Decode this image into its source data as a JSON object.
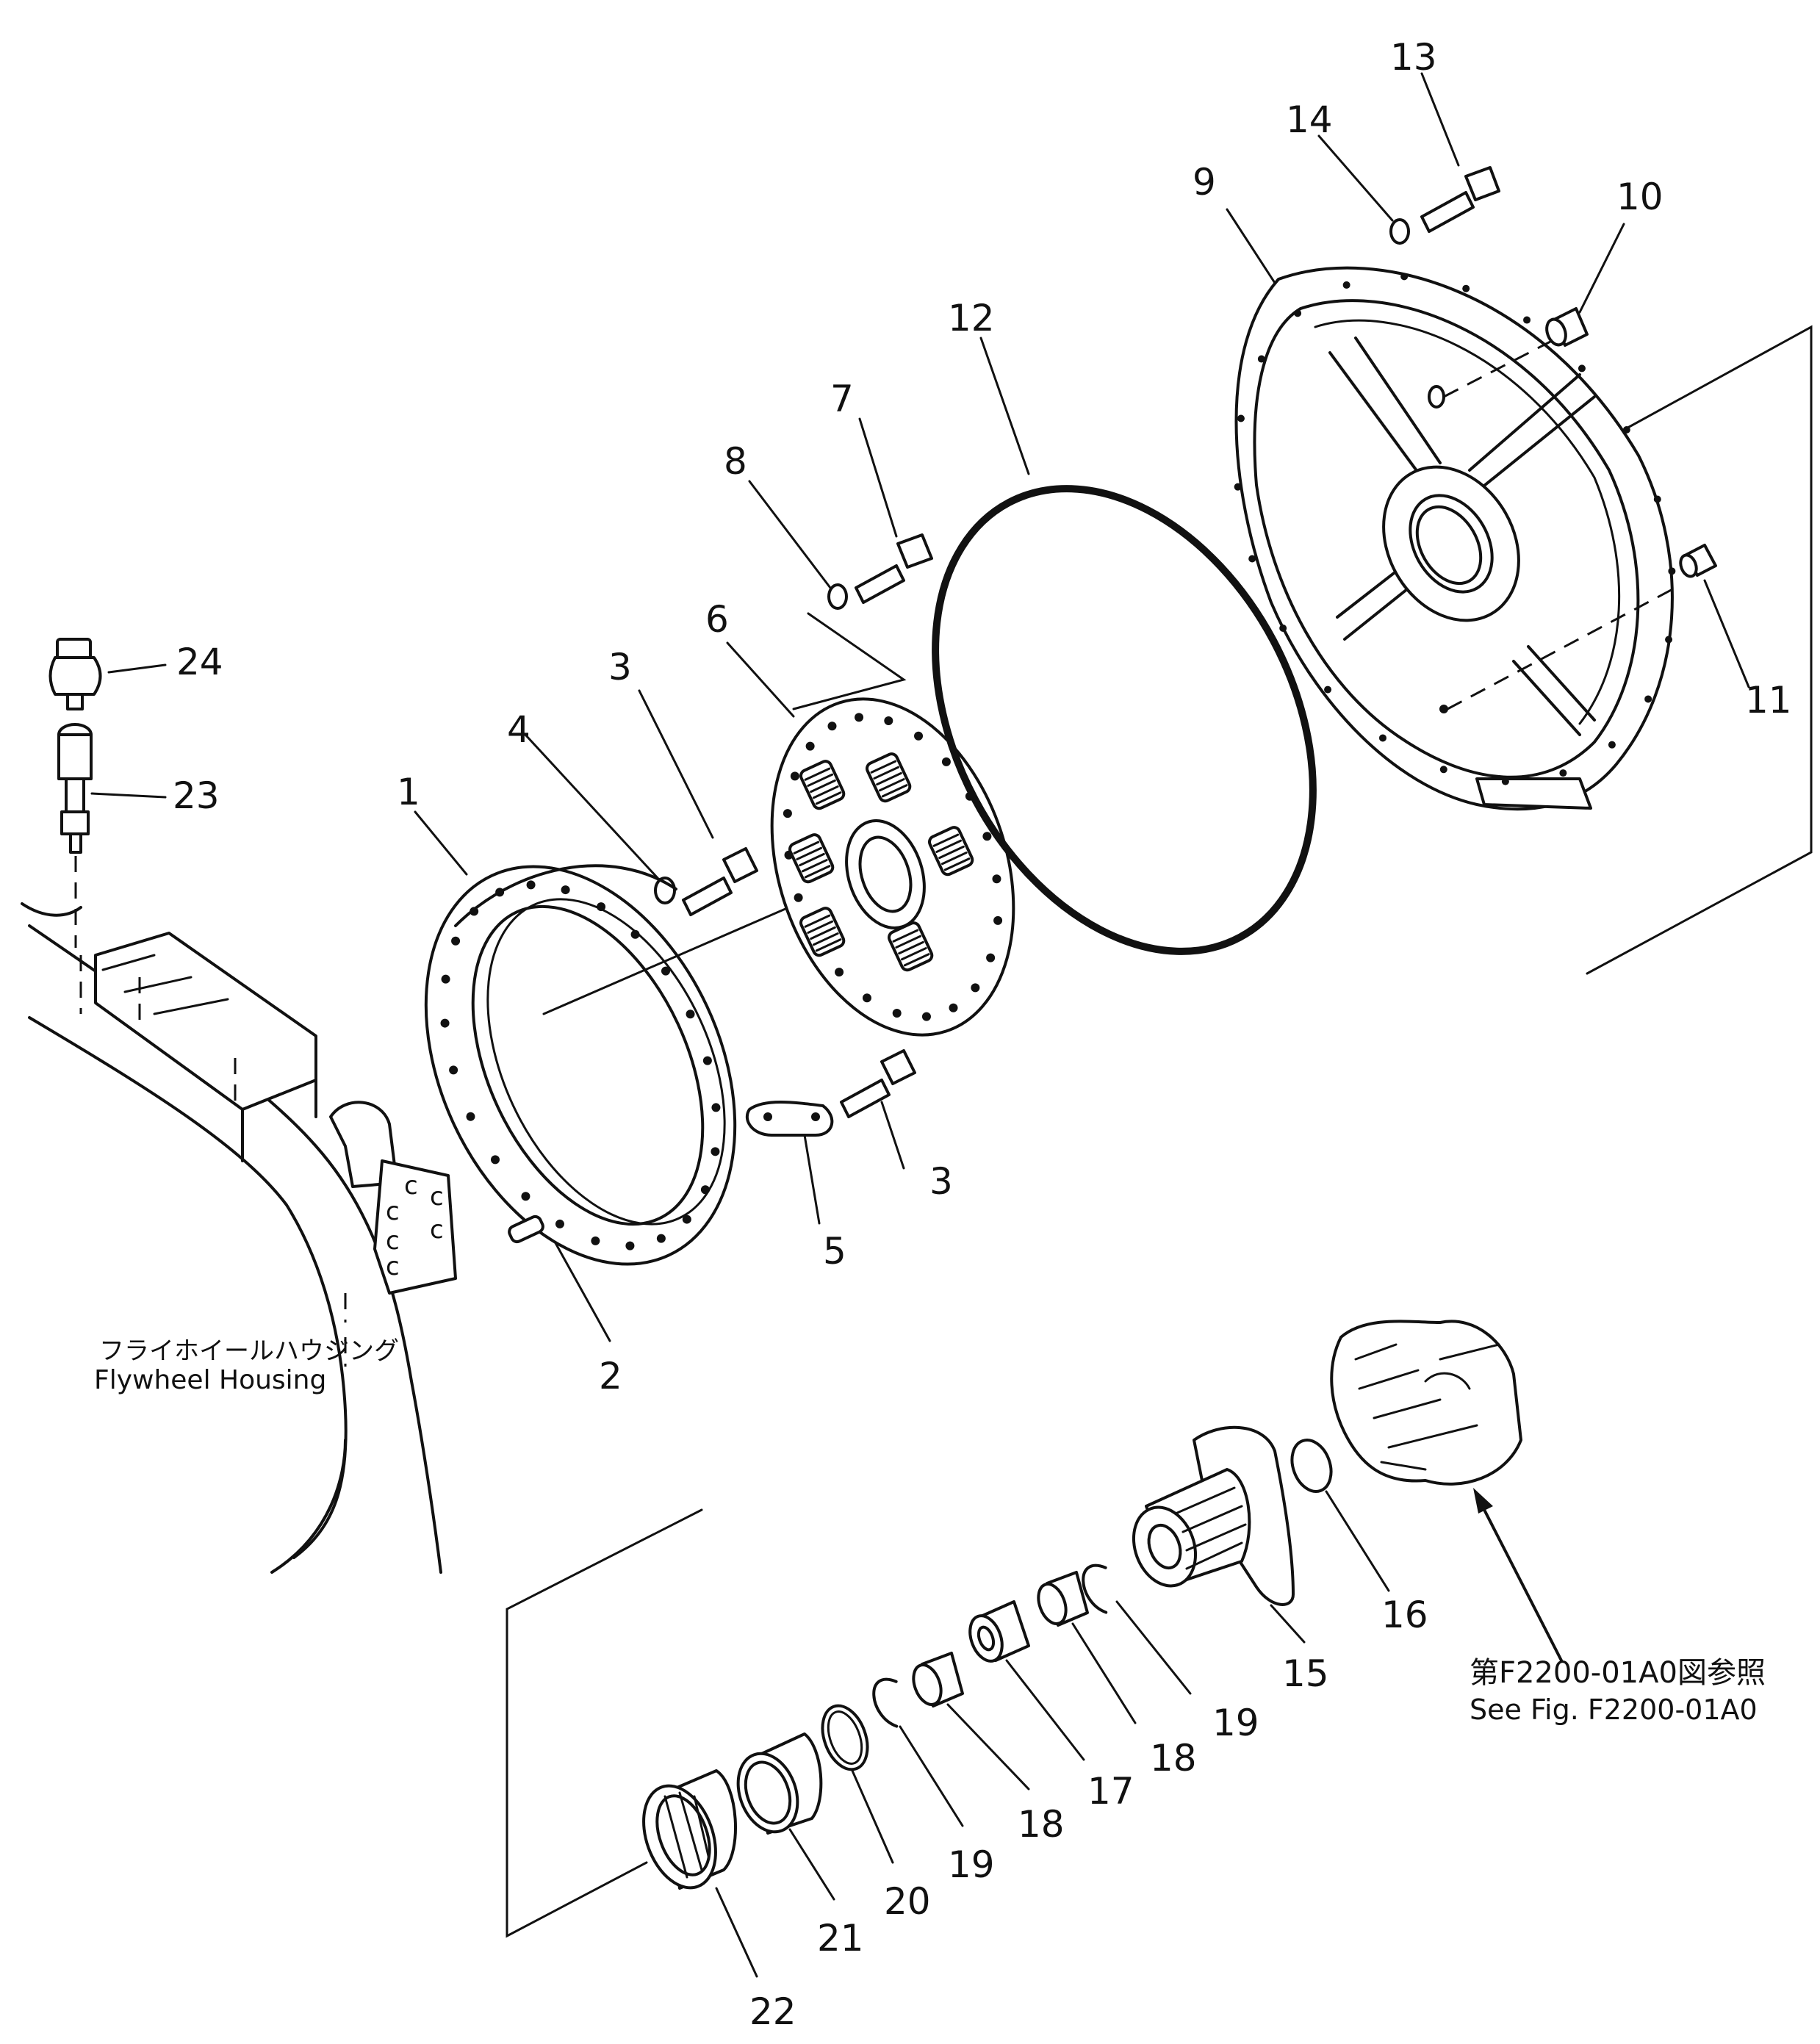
{
  "parts": [
    {
      "id": "1",
      "label": "1"
    },
    {
      "id": "2",
      "label": "2"
    },
    {
      "id": "3a",
      "label": "3"
    },
    {
      "id": "3b",
      "label": "3"
    },
    {
      "id": "4",
      "label": "4"
    },
    {
      "id": "5",
      "label": "5"
    },
    {
      "id": "6",
      "label": "6"
    },
    {
      "id": "7",
      "label": "7"
    },
    {
      "id": "8",
      "label": "8"
    },
    {
      "id": "9",
      "label": "9"
    },
    {
      "id": "10",
      "label": "10"
    },
    {
      "id": "11",
      "label": "11"
    },
    {
      "id": "12",
      "label": "12"
    },
    {
      "id": "13",
      "label": "13"
    },
    {
      "id": "14",
      "label": "14"
    },
    {
      "id": "15",
      "label": "15"
    },
    {
      "id": "16",
      "label": "16"
    },
    {
      "id": "17",
      "label": "17"
    },
    {
      "id": "18a",
      "label": "18"
    },
    {
      "id": "18b",
      "label": "18"
    },
    {
      "id": "19a",
      "label": "19"
    },
    {
      "id": "19b",
      "label": "19"
    },
    {
      "id": "20",
      "label": "20"
    },
    {
      "id": "21",
      "label": "21"
    },
    {
      "id": "22",
      "label": "22"
    },
    {
      "id": "23",
      "label": "23"
    },
    {
      "id": "24",
      "label": "24"
    }
  ],
  "notes": {
    "flywheel_jp": "フライホイールハウジング",
    "flywheel_en": "Flywheel  Housing",
    "ref_jp": "第F2200-01A0図参照",
    "ref_en": "See Fig. F2200-01A0"
  }
}
